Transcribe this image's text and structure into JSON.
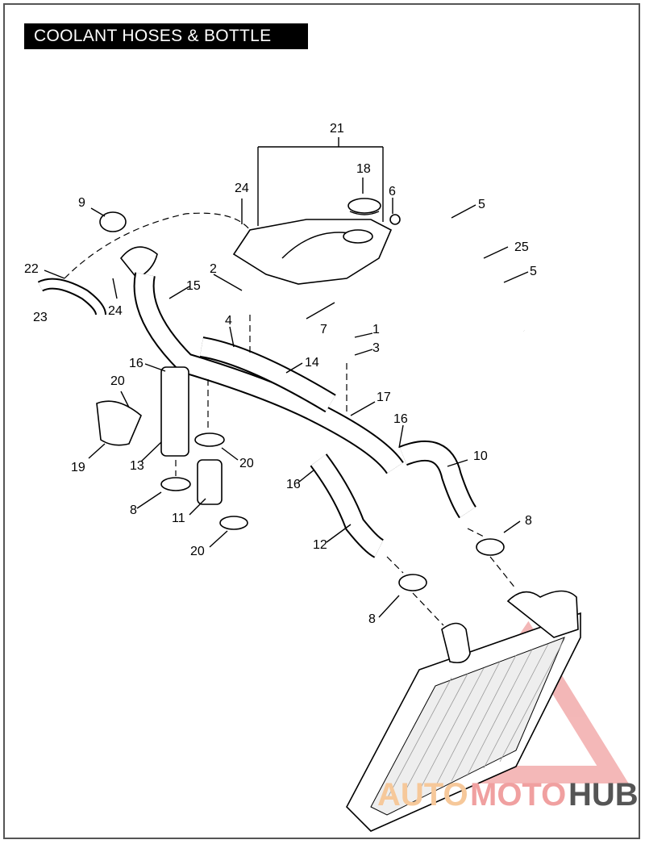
{
  "title": "COOLANT HOSES & BOTTLE",
  "callouts": {
    "c1": "1",
    "c2": "2",
    "c3": "3",
    "c4": "4",
    "c5a": "5",
    "c5b": "5",
    "c6": "6",
    "c7": "7",
    "c8a": "8",
    "c8b": "8",
    "c8c": "8",
    "c9": "9",
    "c10": "10",
    "c11": "11",
    "c12": "12",
    "c13": "13",
    "c14": "14",
    "c15": "15",
    "c16a": "16",
    "c16b": "16",
    "c16c": "16",
    "c17": "17",
    "c18": "18",
    "c19": "19",
    "c20a": "20",
    "c20b": "20",
    "c20c": "20",
    "c21": "21",
    "c22": "22",
    "c23": "23",
    "c24a": "24",
    "c24b": "24",
    "c25": "25"
  },
  "watermark": {
    "part1": "AUTO",
    "part2": "MOTO",
    "part3": "HUB",
    "color_primary": "#f0a0a0",
    "color_secondary": "#f6c89a",
    "color_dark": "#555555"
  }
}
